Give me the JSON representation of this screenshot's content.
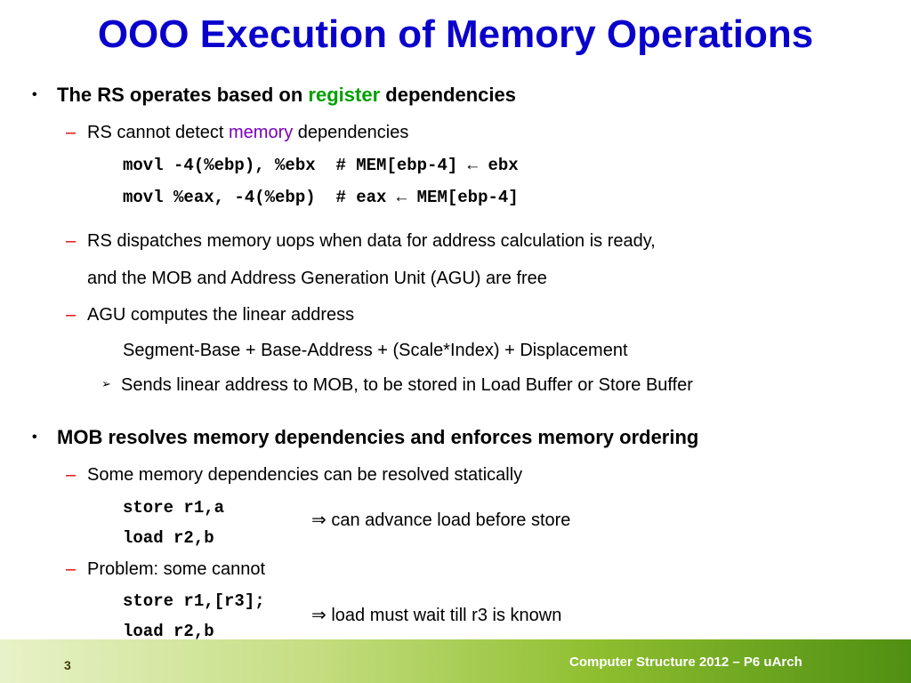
{
  "title": "OOO Execution of Memory Operations",
  "bullet_symbol": "•",
  "dash_symbol": "–",
  "arrow_symbol": "➢",
  "implies_symbol": "⇒",
  "colors": {
    "title": "#0a00cc",
    "register_highlight": "#00a000",
    "memory_highlight": "#7a00b8",
    "dash": "#e00000"
  },
  "section1": {
    "heading_prefix": "The RS operates based on",
    "heading_highlight": "register",
    "heading_suffix": "dependencies",
    "sub1": {
      "prefix": "RS cannot detect",
      "highlight": "memory",
      "suffix": "dependencies",
      "code_line1": "movl -4(%ebp), %ebx  # MEM[ebp-4] ← ebx",
      "code_line2": "movl %eax, -4(%ebp)  # eax ← MEM[ebp-4]"
    },
    "sub2": {
      "line1": "RS dispatches memory uops when data for address calculation is ready,",
      "line2": "and the MOB and Address Generation Unit (AGU) are free"
    },
    "sub3": {
      "line1": "AGU computes the linear address",
      "formula": "Segment-Base + Base-Address + (Scale*Index) + Displacement",
      "arrow_item": "Sends linear address to MOB, to be stored in Load Buffer or Store Buffer"
    }
  },
  "section2": {
    "heading": "MOB resolves memory dependencies and enforces memory ordering",
    "sub1": {
      "line": "Some memory dependencies can be resolved statically",
      "code1": "store r1,a",
      "code2": "load r2,b",
      "note": "can advance load before store"
    },
    "sub2": {
      "line": "Problem: some cannot",
      "code1": "store r1,[r3];",
      "code2": "load r2,b",
      "note": "load must wait till r3 is known"
    }
  },
  "footer": {
    "page_number": "3",
    "text": "Computer Structure 2012 – P6 uArch"
  }
}
